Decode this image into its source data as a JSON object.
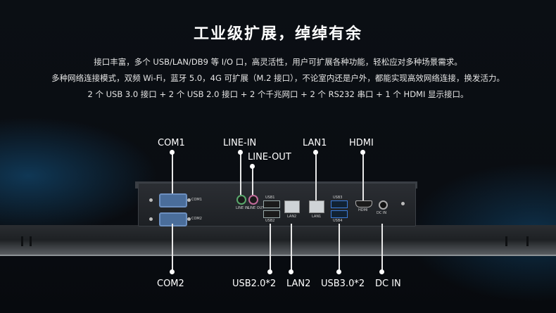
{
  "header": {
    "title": "工业级扩展，绰绰有余",
    "line1": "接口丰富，多个 USB/LAN/DB9 等 I/O 口，高灵活性，用户可扩展各种功能，轻松应对多种场景需求。",
    "line2": "多种网络连接模式，双频 Wi-Fi，蓝牙 5.0，4G 可扩展（M.2 接口），不论室内还是户外，都能实现高效网络连接，换发活力。",
    "line3": "2 个 USB 3.0 接口 + 2 个 USB 2.0 接口 + 2 个千兆网口 + 2 个 RS232 串口 + 1 个 HDMI 显示接口。"
  },
  "callouts_top": {
    "com1": "COM1",
    "line_in": "LINE-IN",
    "line_out": "LINE-OUT",
    "lan1": "LAN1",
    "hdmi": "HDMI"
  },
  "callouts_bottom": {
    "com2": "COM2",
    "usb2": "USB2.0*2",
    "lan2": "LAN2",
    "usb3": "USB3.0*2",
    "dc_in": "DC IN"
  },
  "port_silk": {
    "com1": "COM1",
    "com2": "COM2",
    "usb1": "USB1",
    "usb2": "USB2",
    "lan2": "LAN2",
    "lan1": "LAN1",
    "usb3": "USB3",
    "usb4": "USB4",
    "hdmi": "HDMI",
    "dc_in": "DC IN",
    "line_in": "LINE IN",
    "line_out": "LINE OUT"
  }
}
